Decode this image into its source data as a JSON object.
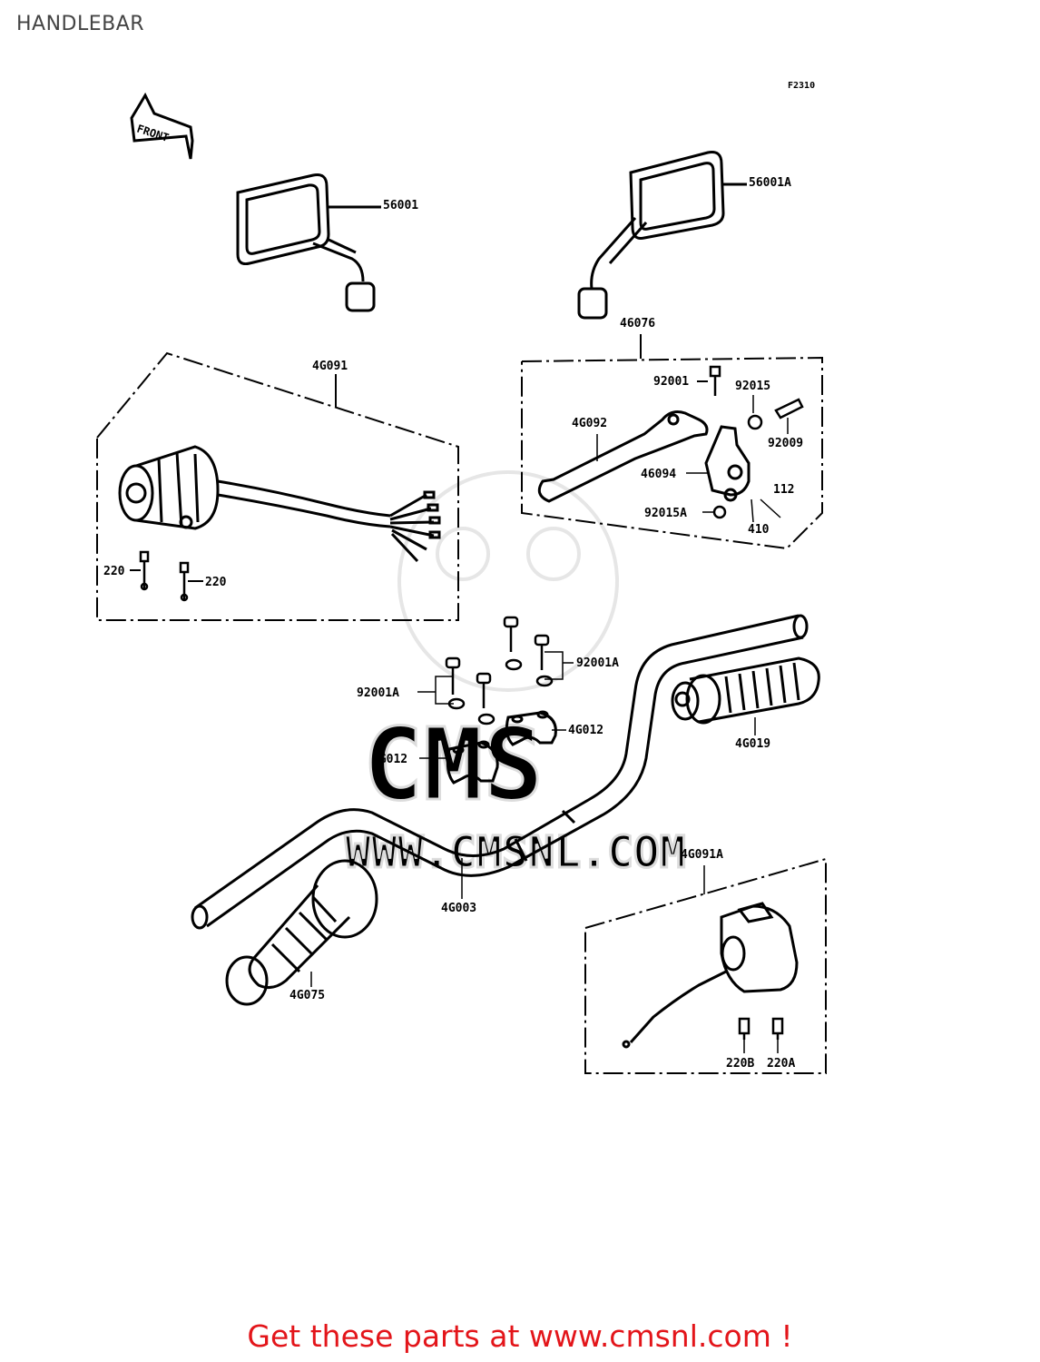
{
  "page": {
    "title": "HANDLEBAR",
    "figure_code": "F2310",
    "front_marker": "FRONT",
    "watermark": {
      "brand": "CMS",
      "url": "WWW.CMSNL.COM"
    },
    "cta": {
      "text": "Get these parts at www.cmsnl.com !",
      "color": "#e3151a"
    }
  },
  "parts": {
    "p56001": "56001",
    "p56001A": "56001A",
    "p46076": "46076",
    "p92001": "92001",
    "p92015": "92015",
    "p92009": "92009",
    "p46092": "4G092",
    "p46094": "46094",
    "p112": "112",
    "p410": "410",
    "p92015A": "92015A",
    "p46091": "4G091",
    "p220a": "220",
    "p220b": "220",
    "p92001A_left": "92001A",
    "p92001A_right": "92001A",
    "p46012_right": "4G012",
    "p46012_left": "4G012",
    "p46019": "4G019",
    "p46003": "4G003",
    "p46075": "4G075",
    "p46091A": "4G091A",
    "p220B": "220B",
    "p220A": "220A"
  },
  "icons": [
    "mirror-left-icon",
    "mirror-right-icon",
    "switch-housing-icon",
    "clutch-lever-icon",
    "handlebar-icon",
    "grip-icon",
    "throttle-housing-icon",
    "bolt-icon",
    "clamp-icon"
  ],
  "colors": {
    "line": "#000000",
    "watermark": "#dcdcdc",
    "cta": "#e3151a"
  }
}
